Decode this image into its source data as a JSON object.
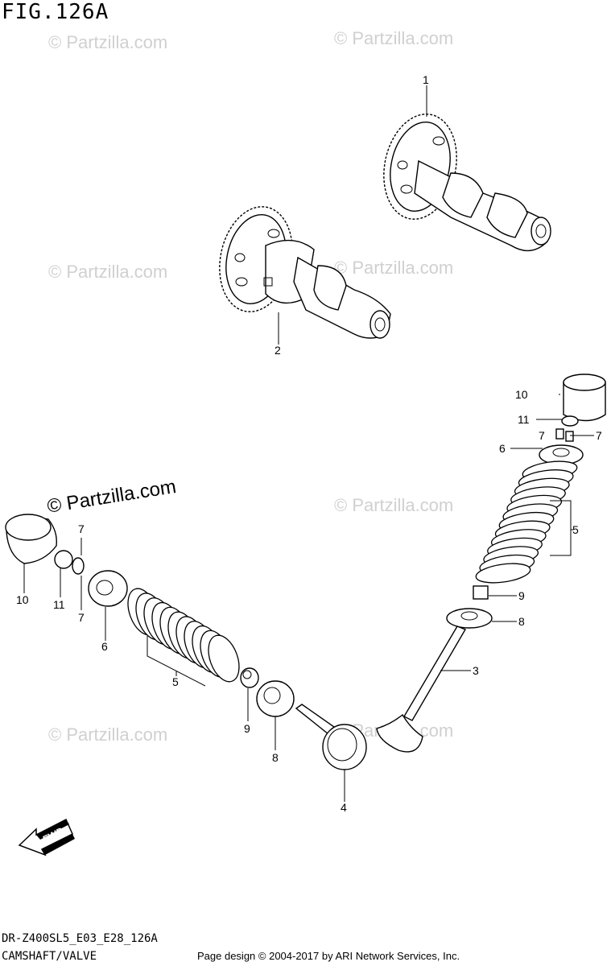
{
  "figure_title": "FIG.126A",
  "model_code": "DR-Z400SL5_E03_E28_126A",
  "caption": "CAMSHAFT/VALVE",
  "credit": "Page design © 2004-2017 by ARI Network Services, Inc.",
  "watermark_main": "© Partzilla.com",
  "watermark_faint": "© Partzilla.com",
  "fwd_label": "FWD",
  "callouts": {
    "c1": "1",
    "c2": "2",
    "c3": "3",
    "c4": "4",
    "c5a": "5",
    "c5b": "5",
    "c6a": "6",
    "c6b": "6",
    "c7a": "7",
    "c7b": "7",
    "c7c": "7",
    "c7d": "7",
    "c8a": "8",
    "c8b": "8",
    "c9a": "9",
    "c9b": "9",
    "c10a": "10",
    "c10b": "10",
    "c11a": "11",
    "c11b": "11"
  }
}
